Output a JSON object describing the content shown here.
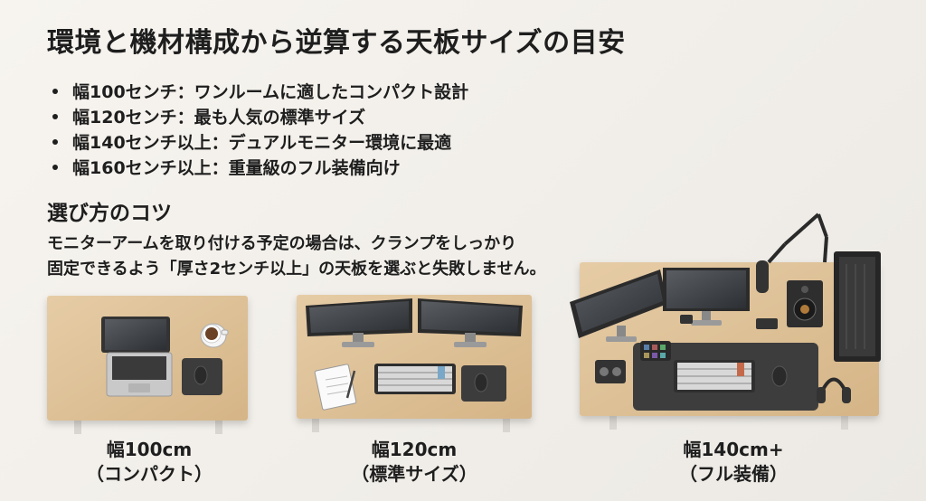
{
  "title": "環境と機材構成から逆算する天板サイズの目安",
  "bullets": [
    "幅100センチ：ワンルームに適したコンパクト設計",
    "幅120センチ：最も人気の標準サイズ",
    "幅140センチ以上：デュアルモニター環境に最適",
    "幅160センチ以上：重量級のフル装備向け"
  ],
  "tips": {
    "heading": "選び方のコツ",
    "lines": [
      "モニターアームを取り付ける予定の場合は、クランプをしっかり",
      "固定できるよう「厚さ2センチ以上」の天板を選ぶと失敗しません。"
    ]
  },
  "desks": [
    {
      "width_label": "幅100cm",
      "type_label": "（コンパクト）"
    },
    {
      "width_label": "幅120cm",
      "type_label": "（標準サイズ）"
    },
    {
      "width_label": "幅140cm+",
      "type_label": "（フル装備）"
    }
  ],
  "colors": {
    "background": "#f3f0eb",
    "wood": "#dfc39a",
    "text": "#1e1e1e"
  }
}
